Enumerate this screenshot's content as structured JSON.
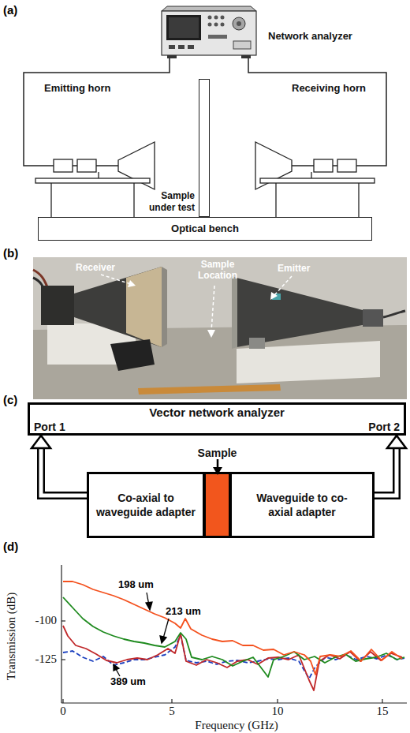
{
  "diagram": {
    "nodes": [
      {
        "text": [
          "Network analyzer"
        ]
      },
      {
        "text": [
          "Emitting horn"
        ]
      },
      {
        "text": [
          "Receiving horn"
        ]
      },
      {
        "text": [
          "Sample under test"
        ]
      },
      {
        "text": [
          "Optical bench"
        ]
      },
      {
        "text": [
          "Vector network analyzer",
          "Port 1",
          "Port 2"
        ]
      },
      {
        "text": [
          "Co-axial to waveguide adapter"
        ]
      },
      {
        "text": [
          "Sample"
        ]
      },
      {
        "text": [
          "Waveguide to co-axial adapter"
        ]
      }
    ],
    "edges": [
      {
        "from": 0,
        "to": 1,
        "arrow": "none"
      },
      {
        "from": 0,
        "to": 2,
        "arrow": "none"
      },
      {
        "from": 6,
        "to": 5,
        "arrow": "to"
      },
      {
        "from": 8,
        "to": 5,
        "arrow": "to"
      }
    ],
    "labels": [
      "(a)",
      "(b)",
      "Receiver",
      "Sample Location",
      "Emitter",
      "(c)",
      "(d)",
      "198 um",
      "213 um",
      "389 um",
      "Transmission (dB)",
      "-100",
      "-125",
      "0",
      "5",
      "10",
      "15",
      "Frequency (GHz)"
    ]
  }
}
